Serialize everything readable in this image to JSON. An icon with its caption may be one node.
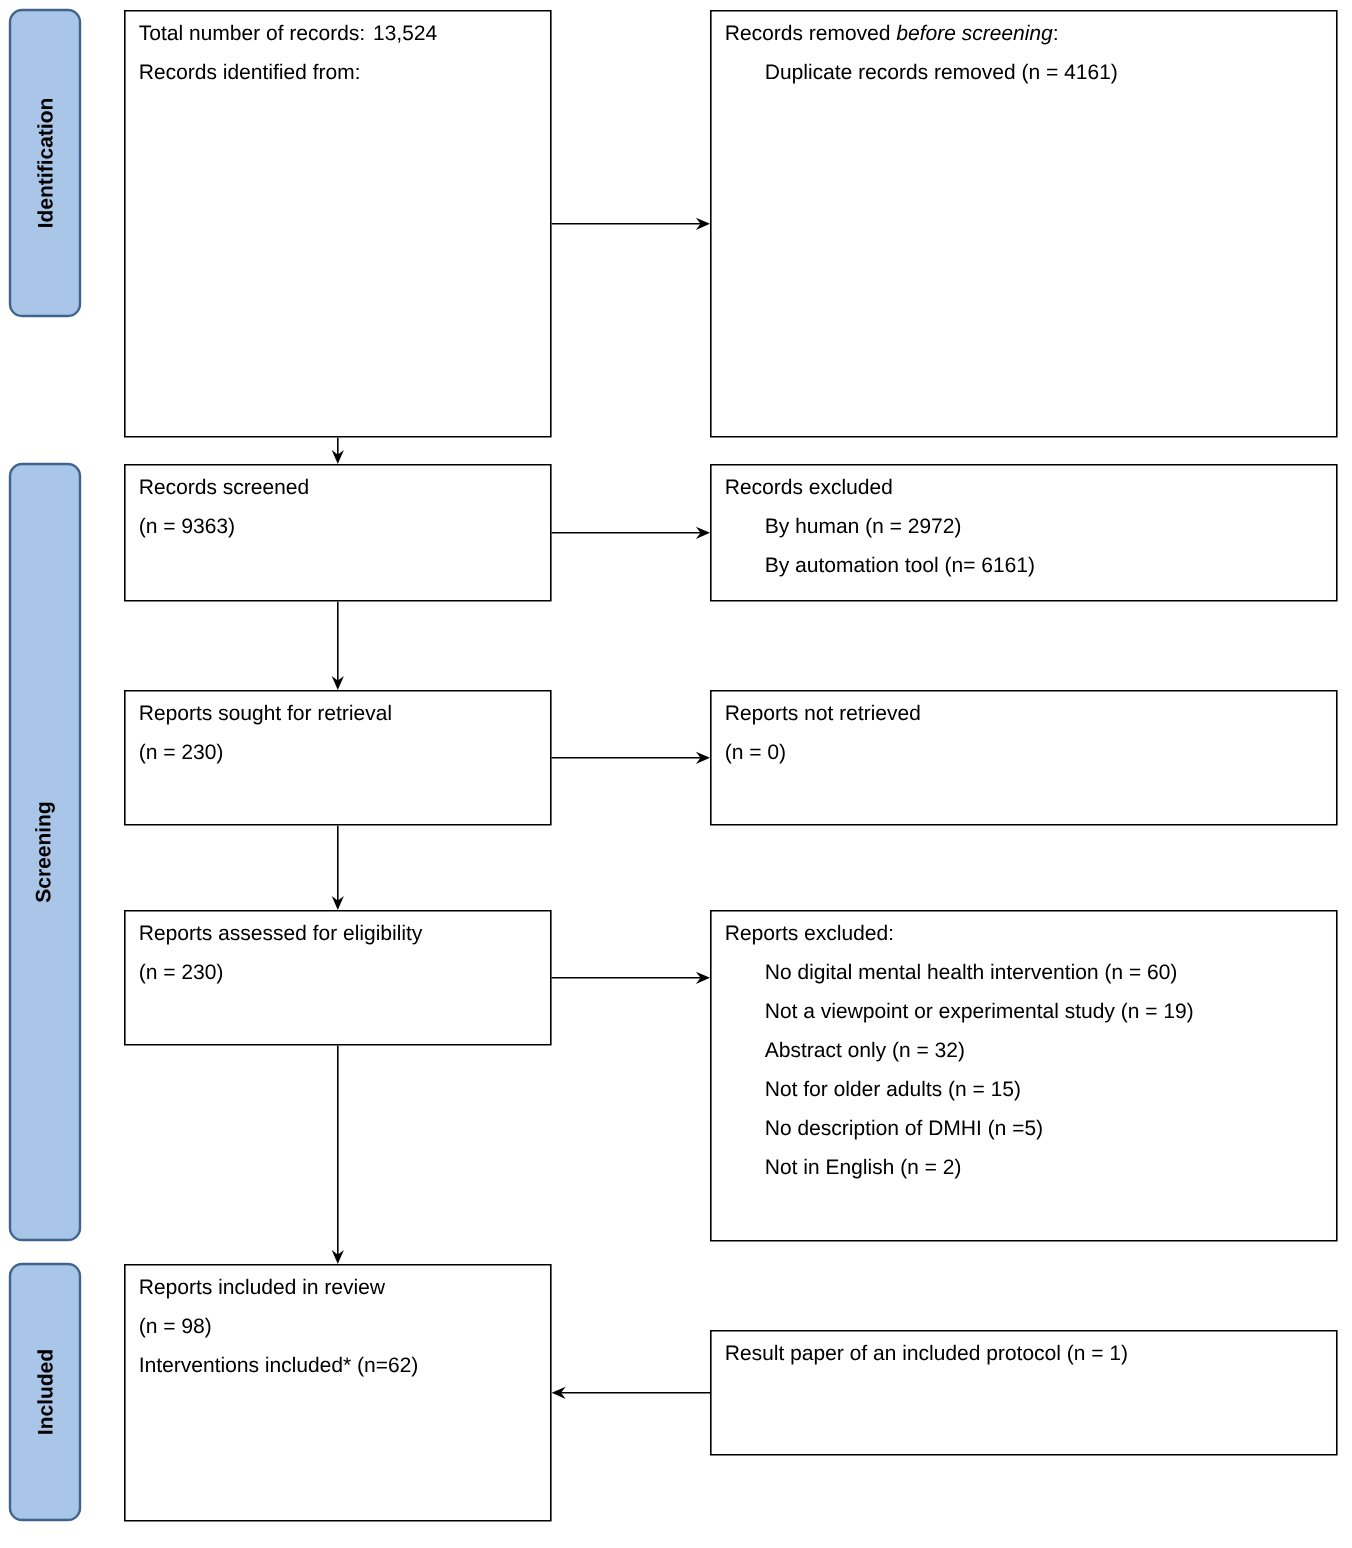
{
  "diagram": {
    "nodes": [
      {
        "text": [
          "Identification"
        ]
      },
      {
        "text": [
          "Total number of records: 13,524",
          "Records identified from:"
        ]
      },
      {
        "text": [
          "Records removed *before screening*:",
          "Duplicate records removed (n = 4161)"
        ]
      },
      {
        "text": [
          "Screening"
        ]
      },
      {
        "text": [
          "Records screened",
          "(n = 9363)"
        ]
      },
      {
        "text": [
          "Records excluded",
          "By human (n = 2972)",
          "By automation tool (n= 6161)"
        ]
      },
      {
        "text": [
          "Reports sought for retrieval",
          "(n = 230)"
        ]
      },
      {
        "text": [
          "Reports not retrieved",
          "(n = 0)"
        ]
      },
      {
        "text": [
          "Reports assessed for eligibility",
          "(n = 230)"
        ]
      },
      {
        "text": [
          "Reports excluded:",
          "No digital mental health intervention (n = 60)",
          "Not a viewpoint or experimental study (n = 19)",
          "Abstract only (n = 32)",
          "Not for older adults (n = 15)",
          "No description of DMHI (n =5)",
          "Not in English (n = 2)"
        ]
      },
      {
        "text": [
          "Included"
        ]
      },
      {
        "text": [
          "Reports included in review",
          "(n = 98)",
          "Interventions included* (n=62)"
        ]
      },
      {
        "text": [
          "Result paper of an included protocol (n = 1)"
        ]
      }
    ],
    "edges": [
      {
        "from": 1,
        "to": 2,
        "arrow": "to"
      },
      {
        "from": 1,
        "to": 4,
        "arrow": "to"
      },
      {
        "from": 4,
        "to": 5,
        "arrow": "to"
      },
      {
        "from": 4,
        "to": 6,
        "arrow": "to"
      },
      {
        "from": 6,
        "to": 7,
        "arrow": "to"
      },
      {
        "from": 6,
        "to": 8,
        "arrow": "to"
      },
      {
        "from": 8,
        "to": 9,
        "arrow": "to"
      },
      {
        "from": 8,
        "to": 11,
        "arrow": "to"
      },
      {
        "from": 12,
        "to": 11,
        "arrow": "to"
      }
    ]
  }
}
